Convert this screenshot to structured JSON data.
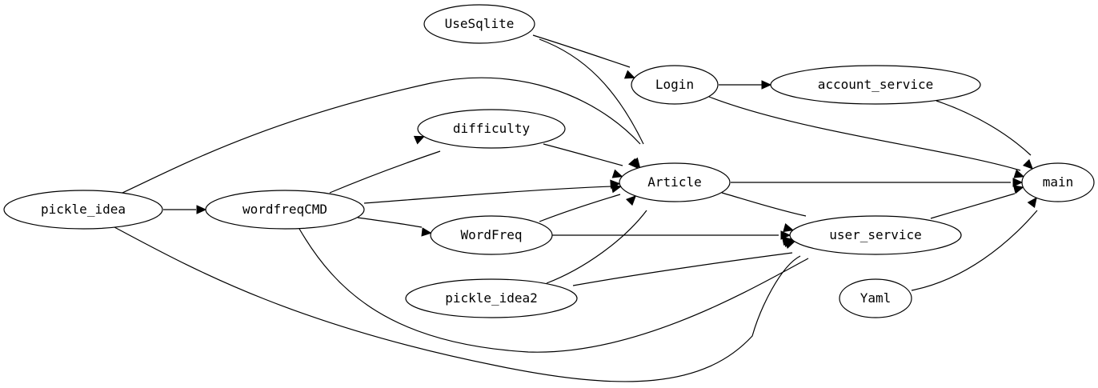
{
  "graph": {
    "type": "directed-dependency-graph",
    "nodes": [
      {
        "id": "UseSqlite",
        "label": "UseSqlite"
      },
      {
        "id": "Login",
        "label": "Login"
      },
      {
        "id": "account_service",
        "label": "account_service"
      },
      {
        "id": "difficulty",
        "label": "difficulty"
      },
      {
        "id": "Article",
        "label": "Article"
      },
      {
        "id": "main",
        "label": "main"
      },
      {
        "id": "pickle_idea",
        "label": "pickle_idea"
      },
      {
        "id": "wordfreqCMD",
        "label": "wordfreqCMD"
      },
      {
        "id": "WordFreq",
        "label": "WordFreq"
      },
      {
        "id": "user_service",
        "label": "user_service"
      },
      {
        "id": "pickle_idea2",
        "label": "pickle_idea2"
      },
      {
        "id": "Yaml",
        "label": "Yaml"
      }
    ],
    "edges": [
      {
        "from": "UseSqlite",
        "to": "Login"
      },
      {
        "from": "UseSqlite",
        "to": "Article"
      },
      {
        "from": "Login",
        "to": "account_service"
      },
      {
        "from": "Login",
        "to": "main"
      },
      {
        "from": "account_service",
        "to": "main"
      },
      {
        "from": "pickle_idea",
        "to": "Article"
      },
      {
        "from": "pickle_idea",
        "to": "wordfreqCMD"
      },
      {
        "from": "pickle_idea",
        "to": "user_service"
      },
      {
        "from": "difficulty",
        "to": "Article"
      },
      {
        "from": "wordfreqCMD",
        "to": "difficulty"
      },
      {
        "from": "wordfreqCMD",
        "to": "Article"
      },
      {
        "from": "wordfreqCMD",
        "to": "WordFreq"
      },
      {
        "from": "wordfreqCMD",
        "to": "user_service"
      },
      {
        "from": "Article",
        "to": "main"
      },
      {
        "from": "Article",
        "to": "user_service"
      },
      {
        "from": "WordFreq",
        "to": "Article"
      },
      {
        "from": "WordFreq",
        "to": "user_service"
      },
      {
        "from": "pickle_idea2",
        "to": "Article"
      },
      {
        "from": "pickle_idea2",
        "to": "user_service"
      },
      {
        "from": "user_service",
        "to": "main"
      },
      {
        "from": "Yaml",
        "to": "main"
      }
    ]
  }
}
